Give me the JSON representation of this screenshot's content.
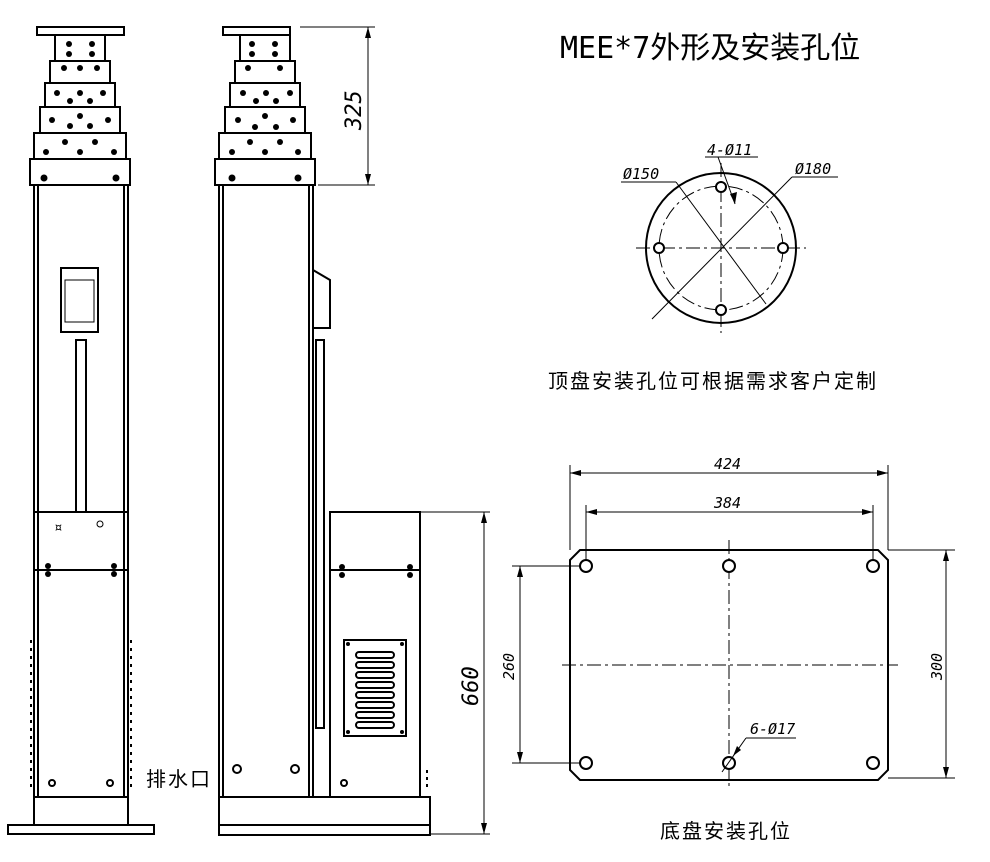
{
  "title": "MEE*7外形及安装孔位",
  "top_plate": {
    "dim_holes": "4-Ø11",
    "dim_inner": "Ø150",
    "dim_outer": "Ø180",
    "note": "顶盘安装孔位可根据需求客户定制"
  },
  "base_plate": {
    "dim_width_outer": "424",
    "dim_width_inner": "384",
    "dim_height_outer": "300",
    "dim_height_inner": "260",
    "dim_holes": "6-Ø17",
    "caption": "底盘安装孔位"
  },
  "side_view": {
    "dim_top_section": "325",
    "dim_box_height": "660",
    "drain_label": "排水口"
  }
}
